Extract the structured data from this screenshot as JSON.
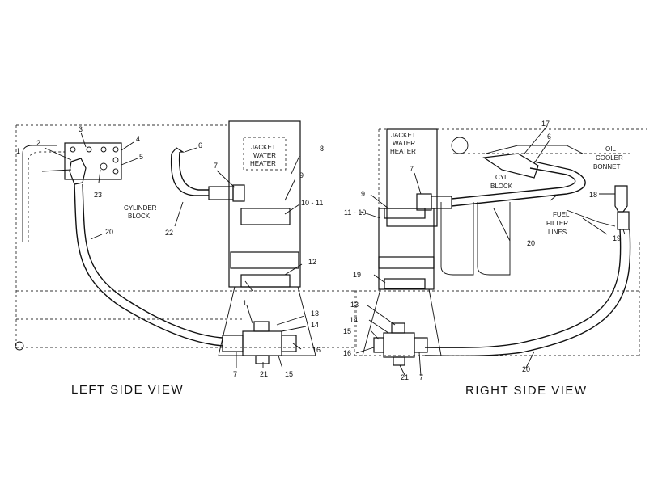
{
  "left_view": {
    "title": "LEFT SIDE VIEW",
    "box_labels": {
      "jacket": "JACKET",
      "water": "WATER",
      "heater": "HEATER",
      "cylinder": "CYLINDER",
      "block": "BLOCK"
    },
    "callouts": {
      "c1": "1",
      "c2": "2",
      "c3": "3",
      "c4": "4",
      "c5": "5",
      "c6": "6",
      "c7a": "7",
      "c7b": "7",
      "c8": "8",
      "c9": "9",
      "c10_11": "10 - 11",
      "c12": "12",
      "c1b": "1",
      "c13": "13",
      "c14": "14",
      "c15": "15",
      "c16": "16",
      "c20": "20",
      "c21": "21",
      "c22": "22",
      "c23": "23"
    }
  },
  "right_view": {
    "title": "RIGHT SIDE VIEW",
    "box_labels": {
      "jacket": "JACKET",
      "water": "WATER",
      "heater": "HEATER",
      "cyl": "CYL",
      "block": "BLOCK",
      "oil": "OIL",
      "cooler": "COOLER",
      "bonnet": "BONNET",
      "fuel": "FUEL",
      "filter": "FILTER",
      "lines": "LINES"
    },
    "callouts": {
      "c17": "17",
      "c6": "6",
      "c7a": "7",
      "c9": "9",
      "c11_10": "11 - 10",
      "c18": "18",
      "c20a": "20",
      "c19a": "19",
      "c19b": "19",
      "c13": "13",
      "c14": "14",
      "c15": "15",
      "c16": "16",
      "c20b": "20",
      "c21": "21",
      "c7b": "7"
    }
  }
}
